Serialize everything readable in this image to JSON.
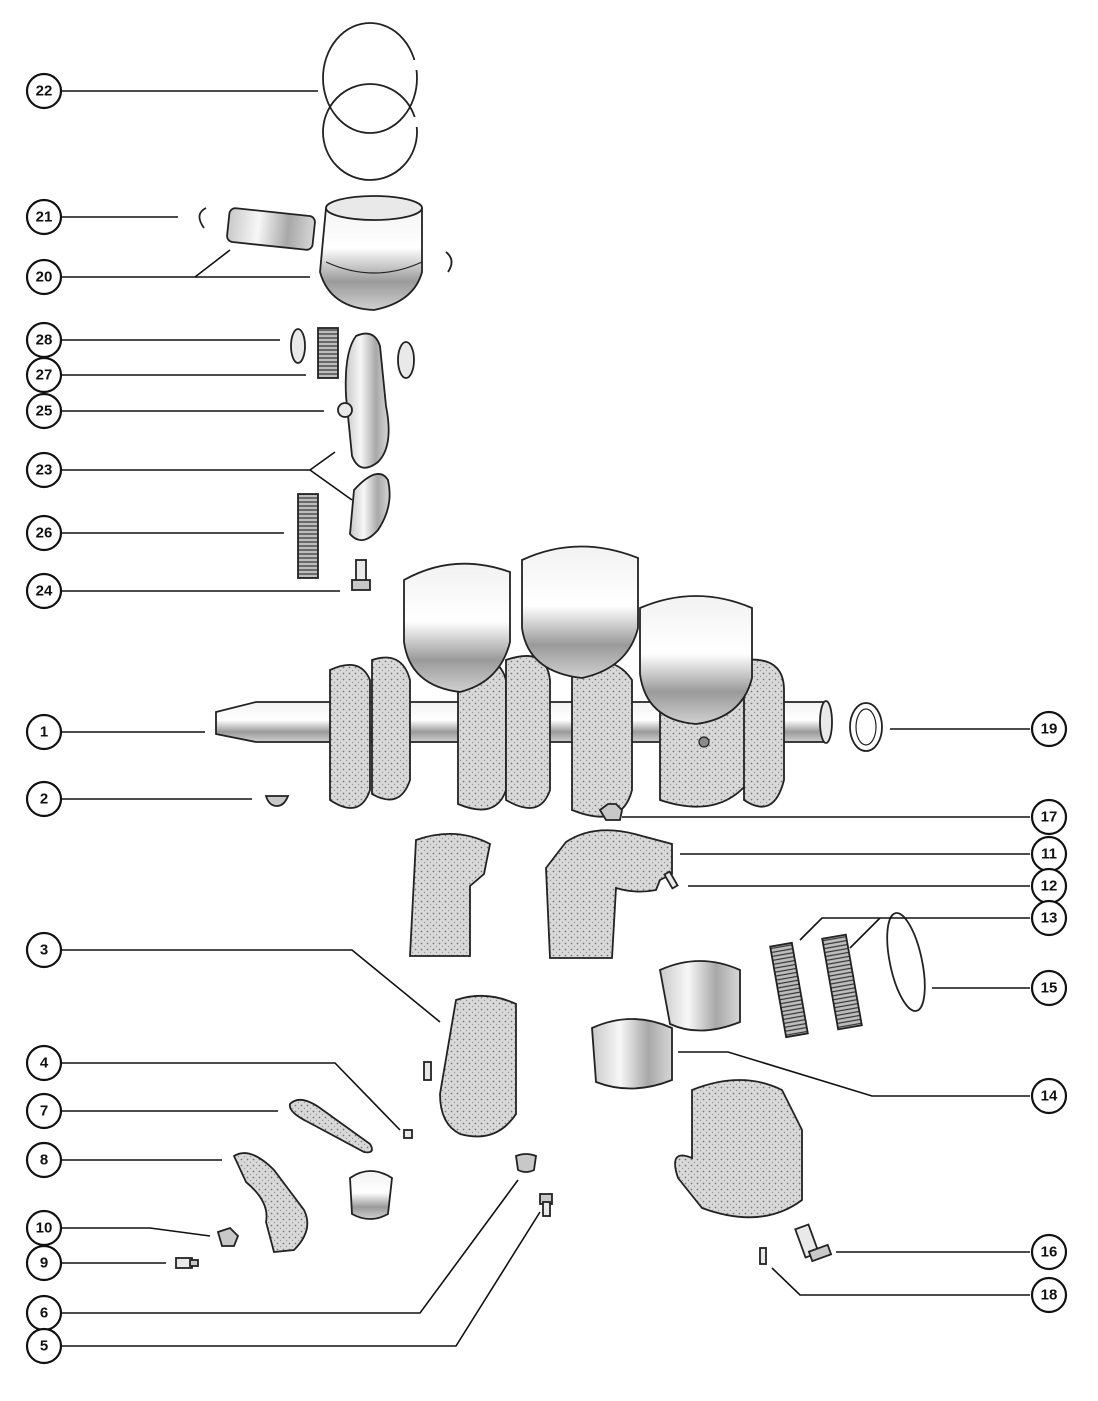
{
  "diagram": {
    "type": "exploded-parts-diagram",
    "callouts": [
      {
        "id": "22",
        "label": "22"
      },
      {
        "id": "21",
        "label": "21"
      },
      {
        "id": "20",
        "label": "20"
      },
      {
        "id": "28",
        "label": "28"
      },
      {
        "id": "27",
        "label": "27"
      },
      {
        "id": "25",
        "label": "25"
      },
      {
        "id": "23",
        "label": "23"
      },
      {
        "id": "26",
        "label": "26"
      },
      {
        "id": "24",
        "label": "24"
      },
      {
        "id": "1",
        "label": "1"
      },
      {
        "id": "2",
        "label": "2"
      },
      {
        "id": "3",
        "label": "3"
      },
      {
        "id": "4",
        "label": "4"
      },
      {
        "id": "7",
        "label": "7"
      },
      {
        "id": "8",
        "label": "8"
      },
      {
        "id": "10",
        "label": "10"
      },
      {
        "id": "9",
        "label": "9"
      },
      {
        "id": "6",
        "label": "6"
      },
      {
        "id": "5",
        "label": "5"
      },
      {
        "id": "19",
        "label": "19"
      },
      {
        "id": "17",
        "label": "17"
      },
      {
        "id": "11",
        "label": "11"
      },
      {
        "id": "12",
        "label": "12"
      },
      {
        "id": "13",
        "label": "13"
      },
      {
        "id": "15",
        "label": "15"
      },
      {
        "id": "14",
        "label": "14"
      },
      {
        "id": "16",
        "label": "16"
      },
      {
        "id": "18",
        "label": "18"
      }
    ],
    "colors": {
      "ink": "#111111",
      "paper": "#ffffff",
      "metal_light": "#e9e9e9",
      "metal_mid": "#c8c8c8",
      "metal_dark": "#8a8a8a"
    }
  }
}
